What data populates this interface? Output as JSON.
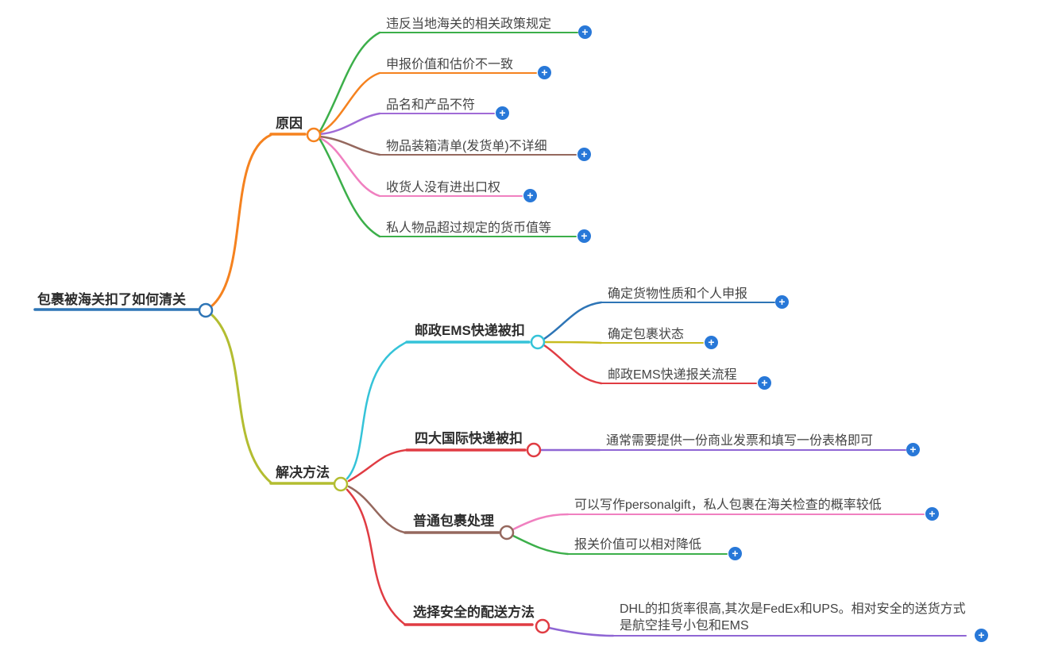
{
  "canvas": {
    "background": "#ffffff"
  },
  "expand_button": {
    "symbol": "+",
    "color": "#2878d8"
  },
  "mindmap": {
    "root": {
      "label": "包裹被海关扣了如何清关",
      "color": "#2e75b6"
    },
    "branches": [
      {
        "label": "原因",
        "color": "#f5821f",
        "children": [
          {
            "label": "违反当地海关的相关政策规定",
            "color": "#3caf4a"
          },
          {
            "label": "申报价值和估价不一致",
            "color": "#f5821f"
          },
          {
            "label": "品名和产品不符",
            "color": "#a06bd6"
          },
          {
            "label": "物品装箱清单(发货单)不详细",
            "color": "#95685e"
          },
          {
            "label": "收货人没有进出口权",
            "color": "#f080c0"
          },
          {
            "label": "私人物品超过规定的货币值等",
            "color": "#3caf4a"
          }
        ]
      },
      {
        "label": "解决方法",
        "color": "#b3bd31",
        "children": [
          {
            "label": "邮政EMS快递被扣",
            "color": "#35c3d8",
            "children": [
              {
                "label": "确定货物性质和个人申报",
                "color": "#2e75b6"
              },
              {
                "label": "确定包裹状态",
                "color": "#c8bc20"
              },
              {
                "label": "邮政EMS快递报关流程",
                "color": "#e03c43"
              }
            ]
          },
          {
            "label": "四大国际快递被扣",
            "color": "#e03c43",
            "children": [
              {
                "label": "通常需要提供一份商业发票和填写一份表格即可",
                "color": "#8f66d4"
              }
            ]
          },
          {
            "label": "普通包裹处理",
            "color": "#95685e",
            "children": [
              {
                "label": "可以写作personalgift，私人包裹在海关检查的概率较低",
                "color": "#f080c0"
              },
              {
                "label": "报关价值可以相对降低",
                "color": "#3caf4a"
              }
            ]
          },
          {
            "label": "选择安全的配送方法",
            "color": "#e03c43",
            "children": [
              {
                "label": "DHL的扣货率很高,其次是FedEx和UPS。相对安全的送货方式是航空挂号小包和EMS",
                "color": "#8f66d4"
              }
            ]
          }
        ]
      }
    ]
  }
}
